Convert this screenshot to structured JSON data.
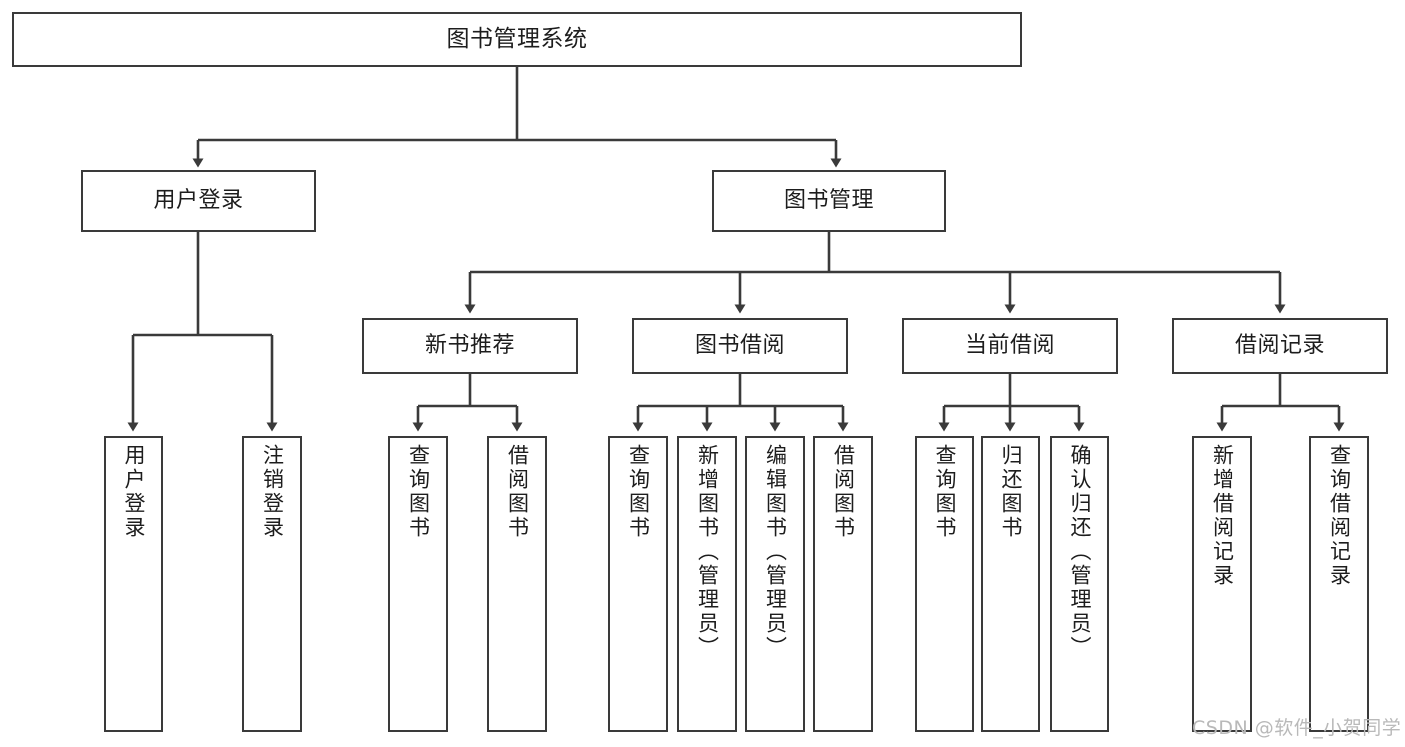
{
  "diagram": {
    "title": "图书管理系统",
    "type": "tree-hierarchy",
    "root": {
      "label": "图书管理系统"
    },
    "level2": [
      {
        "label": "用户登录"
      },
      {
        "label": "图书管理"
      }
    ],
    "level3": [
      {
        "label": "新书推荐"
      },
      {
        "label": "图书借阅"
      },
      {
        "label": "当前借阅"
      },
      {
        "label": "借阅记录"
      }
    ],
    "leaves": {
      "user_login": [
        {
          "label": "用户登录"
        },
        {
          "label": "注销登录"
        }
      ],
      "new_book_recommend": [
        {
          "label": "查询图书"
        },
        {
          "label": "借阅图书"
        }
      ],
      "book_borrow": [
        {
          "label": "查询图书"
        },
        {
          "label": "新增图书（管理员）"
        },
        {
          "label": "编辑图书（管理员）"
        },
        {
          "label": "借阅图书"
        }
      ],
      "current_borrow": [
        {
          "label": "查询图书"
        },
        {
          "label": "归还图书"
        },
        {
          "label": "确认归还（管理员）"
        }
      ],
      "borrow_records": [
        {
          "label": "新增借阅记录"
        },
        {
          "label": "查询借阅记录"
        }
      ]
    }
  },
  "watermark": {
    "text": "CSDN @软件_小贺同学"
  },
  "colors": {
    "stroke": "#3a3a3a",
    "background": "#ffffff",
    "text": "#1d1d1d",
    "watermark": "#b9b9b9"
  }
}
